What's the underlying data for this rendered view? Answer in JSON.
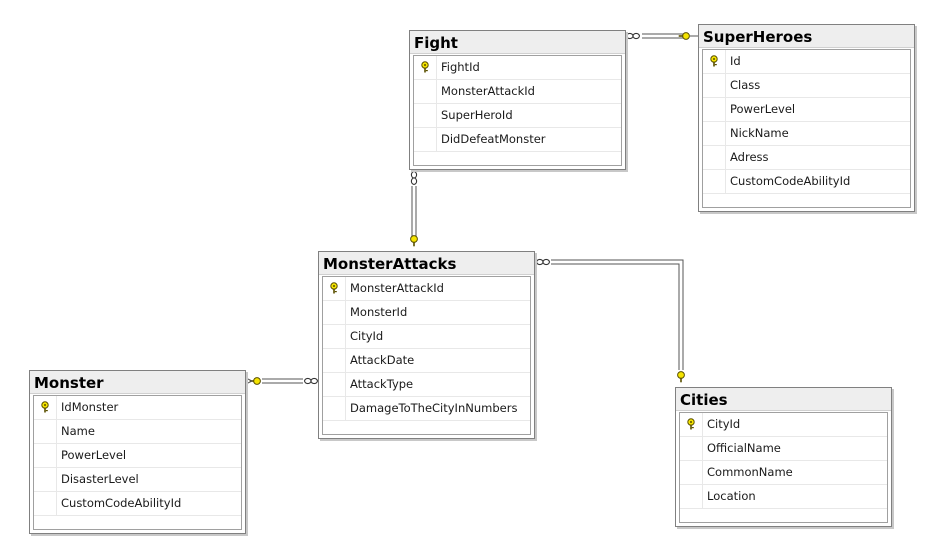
{
  "tables": {
    "fight": {
      "title": "Fight",
      "columns": [
        {
          "name": "FightId",
          "key": true
        },
        {
          "name": "MonsterAttackId",
          "key": false
        },
        {
          "name": "SuperHeroId",
          "key": false
        },
        {
          "name": "DidDefeatMonster",
          "key": false
        }
      ]
    },
    "superheroes": {
      "title": "SuperHeroes",
      "columns": [
        {
          "name": "Id",
          "key": true
        },
        {
          "name": "Class",
          "key": false
        },
        {
          "name": "PowerLevel",
          "key": false
        },
        {
          "name": "NickName",
          "key": false
        },
        {
          "name": "Adress",
          "key": false
        },
        {
          "name": "CustomCodeAbilityId",
          "key": false
        }
      ]
    },
    "monsterattacks": {
      "title": "MonsterAttacks",
      "columns": [
        {
          "name": "MonsterAttackId",
          "key": true
        },
        {
          "name": "MonsterId",
          "key": false
        },
        {
          "name": "CityId",
          "key": false
        },
        {
          "name": "AttackDate",
          "key": false
        },
        {
          "name": "AttackType",
          "key": false
        },
        {
          "name": "DamageToTheCityInNumbers",
          "key": false
        }
      ]
    },
    "monster": {
      "title": "Monster",
      "columns": [
        {
          "name": "IdMonster",
          "key": true
        },
        {
          "name": "Name",
          "key": false
        },
        {
          "name": "PowerLevel",
          "key": false
        },
        {
          "name": "DisasterLevel",
          "key": false
        },
        {
          "name": "CustomCodeAbilityId",
          "key": false
        }
      ]
    },
    "cities": {
      "title": "Cities",
      "columns": [
        {
          "name": "CityId",
          "key": true
        },
        {
          "name": "OfficialName",
          "key": false
        },
        {
          "name": "CommonName",
          "key": false
        },
        {
          "name": "Location",
          "key": false
        }
      ]
    }
  },
  "relationships": [
    {
      "name": "fight-superheroes",
      "many": "Fight",
      "one": "SuperHeroes"
    },
    {
      "name": "fight-monsterattacks",
      "many": "Fight",
      "one": "MonsterAttacks"
    },
    {
      "name": "monsterattacks-monster",
      "many": "MonsterAttacks",
      "one": "Monster"
    },
    {
      "name": "monsterattacks-cities",
      "many": "MonsterAttacks",
      "one": "Cities"
    }
  ],
  "colors": {
    "key_icon": "#f5e400",
    "connector": "#555555",
    "title_bar": "#eeeeee"
  }
}
